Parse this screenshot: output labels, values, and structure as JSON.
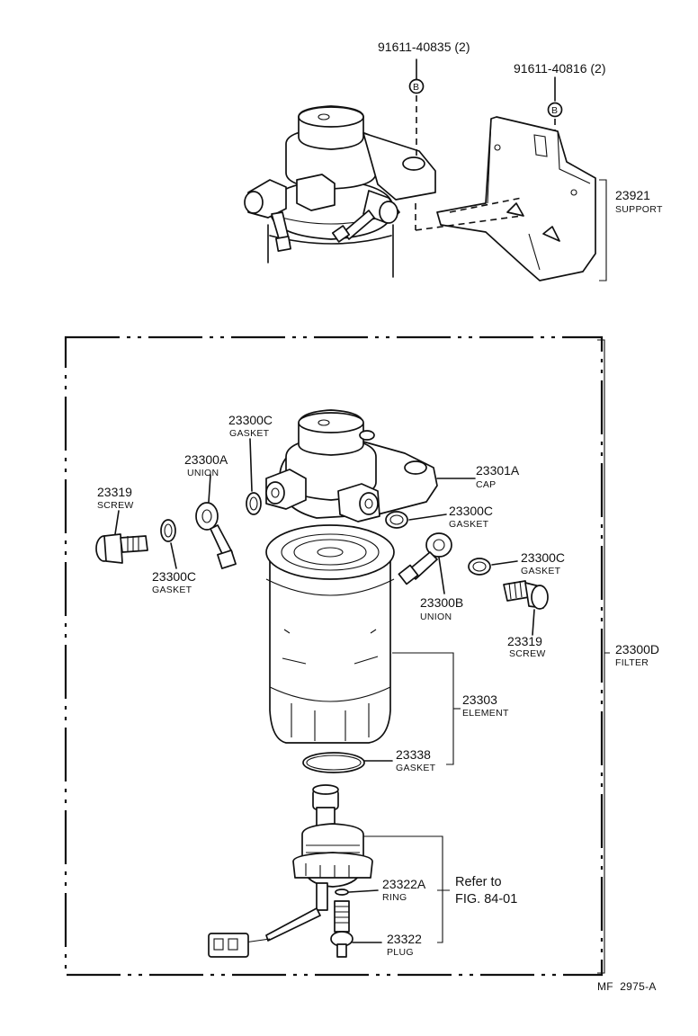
{
  "bolts": {
    "b1_number": "91611-40835 (2)",
    "b2_number": "91611-40816 (2)",
    "marker": "B"
  },
  "support": {
    "number": "23921",
    "name": "SUPPORT"
  },
  "gasket_top": {
    "number": "23300C",
    "name": "GASKET"
  },
  "union_a": {
    "number": "23300A",
    "name": "UNION"
  },
  "screw_left": {
    "number": "23319",
    "name": "SCREW"
  },
  "gasket_left": {
    "number": "23300C",
    "name": "GASKET"
  },
  "cap": {
    "number": "23301A",
    "name": "CAP"
  },
  "gasket_mid": {
    "number": "23300C",
    "name": "GASKET"
  },
  "gasket_right": {
    "number": "23300C",
    "name": "GASKET"
  },
  "union_b": {
    "number": "23300B",
    "name": "UNION"
  },
  "screw_right": {
    "number": "23319",
    "name": "SCREW"
  },
  "filter": {
    "number": "23300D",
    "name": "FILTER"
  },
  "element": {
    "number": "23303",
    "name": "ELEMENT"
  },
  "gasket_bottom": {
    "number": "23338",
    "name": "GASKET"
  },
  "ring": {
    "number": "23322A",
    "name": "RING"
  },
  "plug": {
    "number": "23322",
    "name": "PLUG"
  },
  "refer": {
    "line1": "Refer to",
    "line2": "FIG. 84-01"
  },
  "figure_code": "MF  2975-A"
}
